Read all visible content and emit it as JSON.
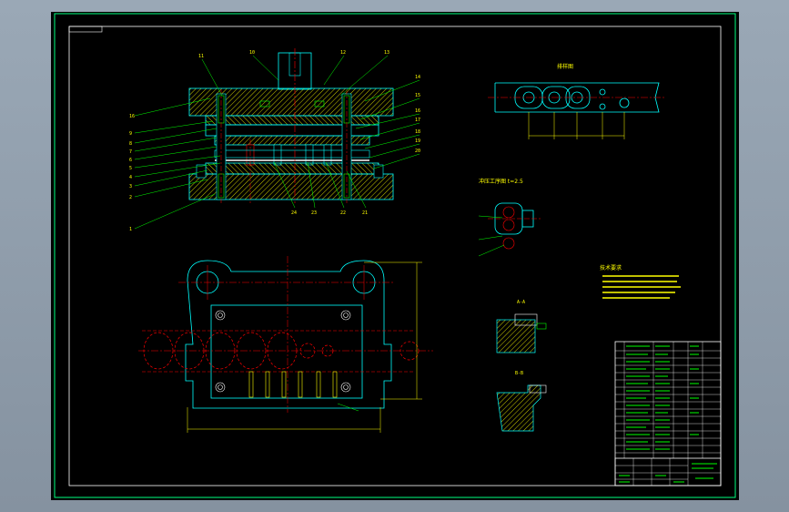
{
  "viewport": {
    "background": "#000000"
  },
  "colors": {
    "frame": "#ffffff",
    "border": "#00ff80",
    "outline": "#00ffff",
    "hatch": "#ffff00",
    "centerline": "#ff0000",
    "leader": "#00ff00",
    "text": "#ffff00",
    "dim": "#ff00ff"
  },
  "views": {
    "strip_layout_title": "排样图",
    "punch_view_title": "冲压工序图 t=2.5",
    "section_a_label": "A-A",
    "section_b_label": "B-B",
    "notes_title": "技术要求"
  },
  "balloons_left": [
    "16",
    "9",
    "8",
    "7",
    "6",
    "5",
    "4",
    "3",
    "2",
    "1"
  ],
  "balloons_top": [
    "11",
    "10",
    "12",
    "13"
  ],
  "balloons_right": [
    "14",
    "15",
    "16",
    "17",
    "18",
    "19",
    "20"
  ],
  "balloons_bottom": [
    "24",
    "23",
    "22",
    "21"
  ],
  "icons": [
    "center-mark-icon",
    "section-arrow-icon"
  ]
}
